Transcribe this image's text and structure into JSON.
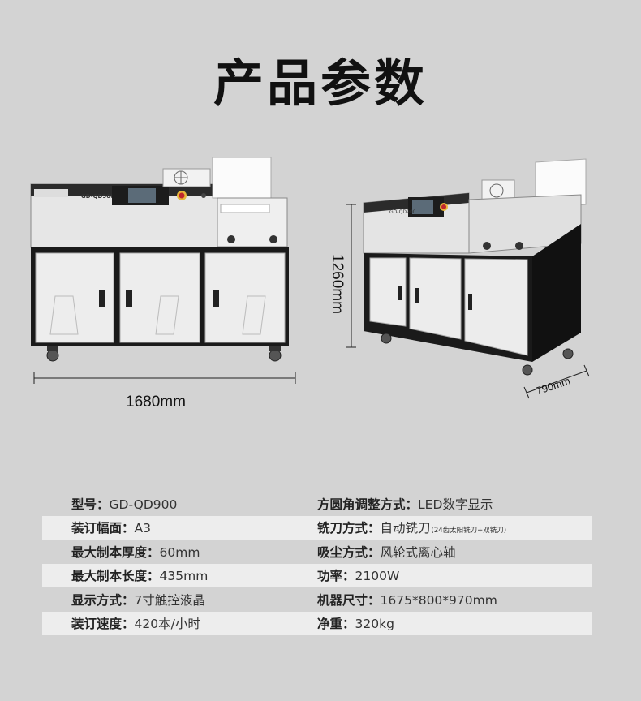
{
  "title": "产品参数",
  "dimensions": {
    "width": "1680mm",
    "height": "1260mm",
    "depth": "790mm"
  },
  "machine_labels": {
    "front_model": "GD-QD900",
    "side_model": "GD-QD900"
  },
  "specs": [
    {
      "left": {
        "label": "型号：",
        "value": "GD-QD900"
      },
      "right": {
        "label": "方圆角调整方式：",
        "value": "LED数字显示"
      }
    },
    {
      "left": {
        "label": "装订幅面：",
        "value": "A3"
      },
      "right": {
        "label": "铣刀方式：",
        "value": "自动铣刀",
        "note": "(24齿太阳铣刀+双铣刀)"
      }
    },
    {
      "left": {
        "label": "最大制本厚度：",
        "value": "60mm"
      },
      "right": {
        "label": "吸尘方式：",
        "value": "风轮式离心轴"
      }
    },
    {
      "left": {
        "label": "最大制本长度：",
        "value": "435mm"
      },
      "right": {
        "label": "功率：",
        "value": "2100W"
      }
    },
    {
      "left": {
        "label": "显示方式：",
        "value": "7寸触控液晶"
      },
      "right": {
        "label": "机器尺寸：",
        "value": "1675*800*970mm"
      }
    },
    {
      "left": {
        "label": "装订速度：",
        "value": "420本/小时"
      },
      "right": {
        "label": "净重：",
        "value": "320kg"
      }
    }
  ]
}
